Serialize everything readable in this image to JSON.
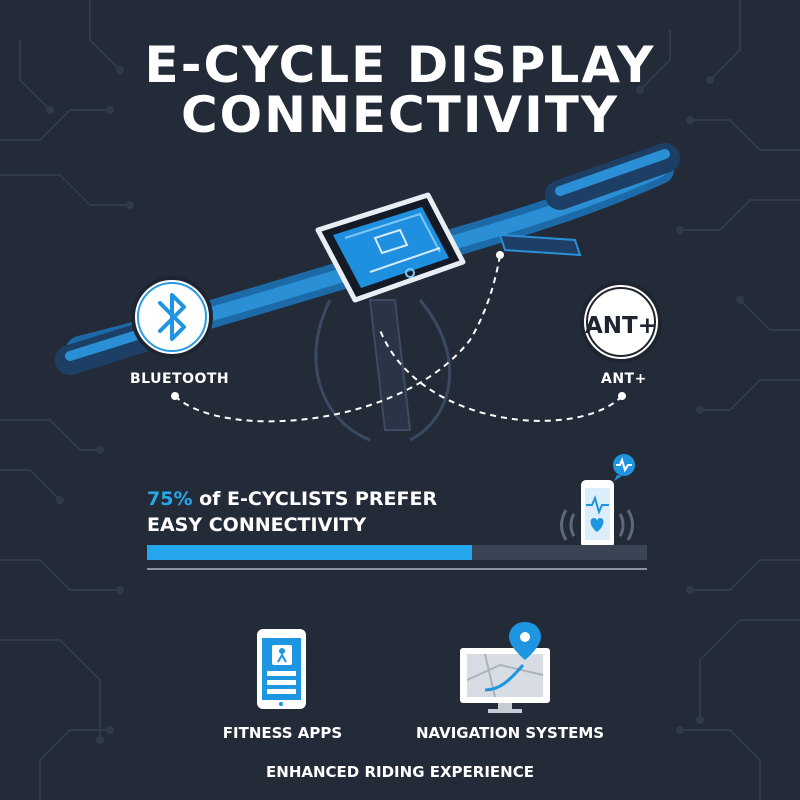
{
  "title": {
    "line1": "E-CYCLE DISPLAY",
    "line2": "CONNECTIVITY"
  },
  "protocols": {
    "bluetooth": {
      "label": "BLUETOOTH",
      "icon": "bluetooth-icon"
    },
    "ant": {
      "badge": "ANT+",
      "label": "ANT+"
    }
  },
  "stat": {
    "percent_text": "75%",
    "line1_rest": " of E-CYCLISTS PREFER",
    "line2": "EASY CONNECTIVITY",
    "value": 0.65
  },
  "features": [
    {
      "label": "FITNESS APPS",
      "icon": "fitness-phone-icon"
    },
    {
      "label": "NAVIGATION SYSTEMS",
      "icon": "navigation-monitor-icon"
    }
  ],
  "footer": "ENHANCED RIDING EXPERIENCE",
  "colors": {
    "background": "#232b39",
    "accent": "#23a6ec",
    "track": "#3a4454"
  }
}
